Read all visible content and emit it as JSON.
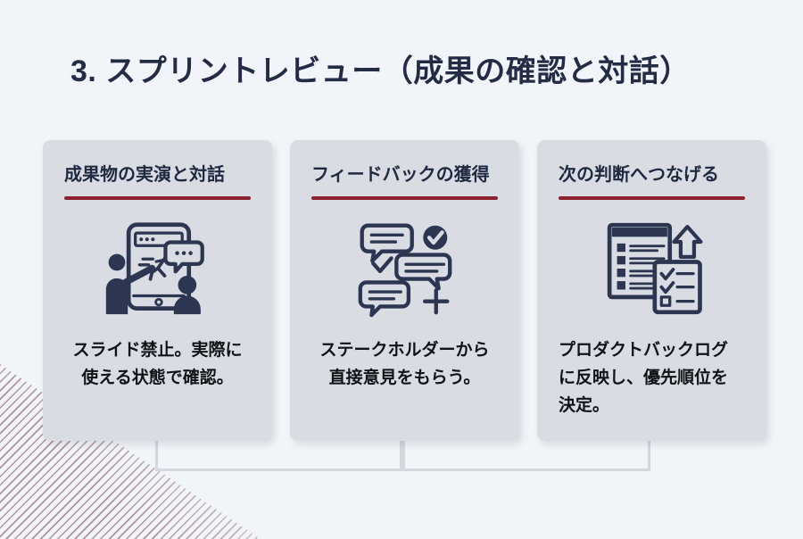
{
  "title": "3. スプリントレビュー（成果の確認と対話）",
  "cards": [
    {
      "title": "成果物の実演と対話",
      "icon": "demo-dialogue-icon",
      "body": "スライド禁止。実際に\n使える状態で確認。"
    },
    {
      "title": "フィードバックの獲得",
      "icon": "feedback-chat-icon",
      "body": "ステークホルダーから\n直接意見をもらう。"
    },
    {
      "title": "次の判断へつなげる",
      "icon": "backlog-checklist-icon",
      "body": "プロダクトバックログ\nに反映し、優先順位を\n決定。"
    }
  ],
  "colors": {
    "background": "#f1f4f8",
    "card_background": "#d9dce2",
    "accent_red": "#8e2130",
    "navy_text": "#232c44",
    "icon_navy": "#2d3650",
    "connector_line": "#d3d7de",
    "stripe_decoration": "#94757d"
  }
}
